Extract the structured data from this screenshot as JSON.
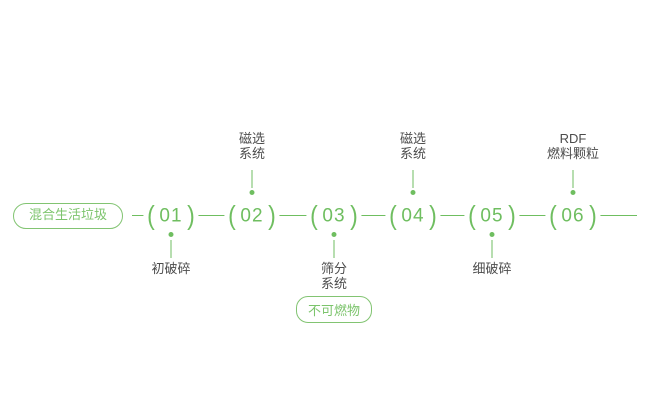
{
  "accent_color": "#6fbe60",
  "label_color": "#4c4c4c",
  "start_pill": {
    "label": "混合生活垃圾"
  },
  "steps": [
    {
      "number": "01",
      "label": "初破碎",
      "label_position": "below"
    },
    {
      "number": "02",
      "label": "磁选\n系统",
      "label_position": "above"
    },
    {
      "number": "03",
      "label": "筛分\n系统",
      "label_position": "below",
      "pill": "不可燃物"
    },
    {
      "number": "04",
      "label": "磁选\n系统",
      "label_position": "above"
    },
    {
      "number": "05",
      "label": "细破碎",
      "label_position": "below"
    },
    {
      "number": "06",
      "label": "RDF\n燃料颗粒",
      "label_position": "above"
    }
  ]
}
